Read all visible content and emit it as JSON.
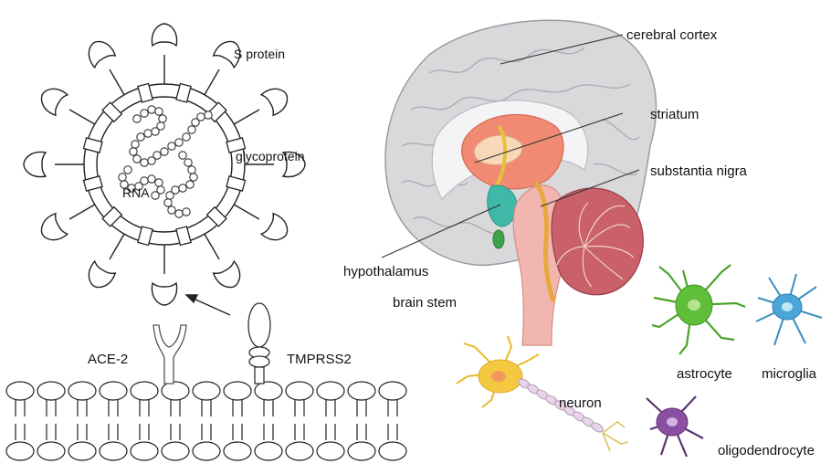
{
  "virus": {
    "s_protein_label": "S protein",
    "glycoprotein_label": "glycoprotein",
    "rna_label": "RNA"
  },
  "membrane": {
    "ace2_label": "ACE-2",
    "tmprss2_label": "TMPRSS2"
  },
  "brain": {
    "cerebral_cortex_label": "cerebral cortex",
    "striatum_label": "striatum",
    "substantia_nigra_label": "substantia nigra",
    "hypothalamus_label": "hypothalamus",
    "brain_stem_label": "brain stem"
  },
  "cells": {
    "neuron_label": "neuron",
    "astrocyte_label": "astrocyte",
    "microglia_label": "microglia",
    "oligodendrocyte_label": "oligodendrocyte"
  },
  "colors": {
    "cortex": "#d9d9dc",
    "striatum": "#f08a72",
    "hypothalamus": "#3fb8a8",
    "brain_stem": "#f2b6b0",
    "cerebellum": "#c9606a",
    "astrocyte": "#5fbf3a",
    "microglia": "#4aa6d6",
    "oligodendrocyte": "#8a4fa0",
    "neuron": "#f5c842"
  }
}
